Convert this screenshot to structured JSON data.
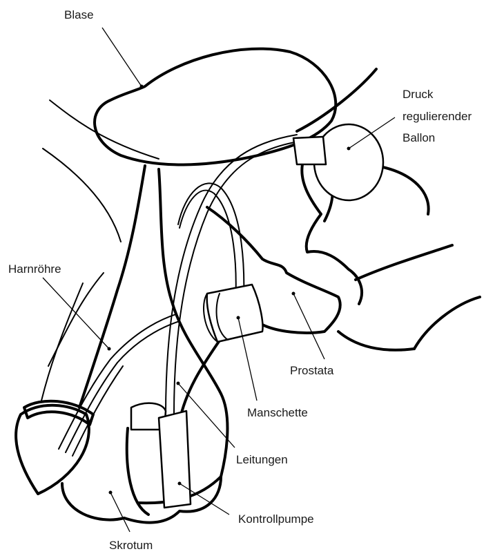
{
  "labels": {
    "blase": "Blase",
    "druck_line1": "Druck",
    "druck_line2": "regulierender",
    "druck_line3": "Ballon",
    "harnroehre": "Harnröhre",
    "prostata": "Prostata",
    "manschette": "Manschette",
    "leitungen": "Leitungen",
    "kontrollpumpe": "Kontrollpumpe",
    "skrotum": "Skrotum"
  }
}
